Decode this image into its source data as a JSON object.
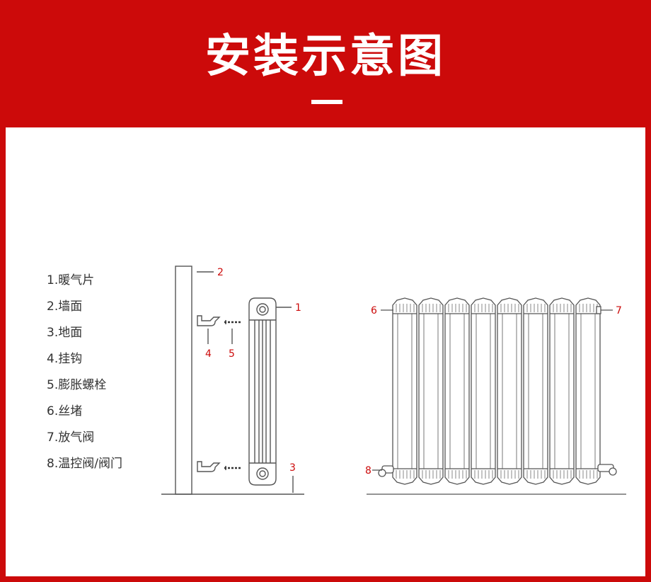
{
  "title": "安装示意图",
  "accent_color": "#cc0a0a",
  "legend": [
    "1.暖气片",
    "2.墙面",
    "3.地面",
    "4.挂钩",
    "5.膨胀螺栓",
    "6.丝堵",
    "7.放气阀",
    "8.温控阀/阀门"
  ],
  "side_callouts": {
    "n1": "1",
    "n2": "2",
    "n3": "3",
    "n4": "4",
    "n5": "5"
  },
  "front_callouts": {
    "n6": "6",
    "n7": "7",
    "n8": "8"
  }
}
